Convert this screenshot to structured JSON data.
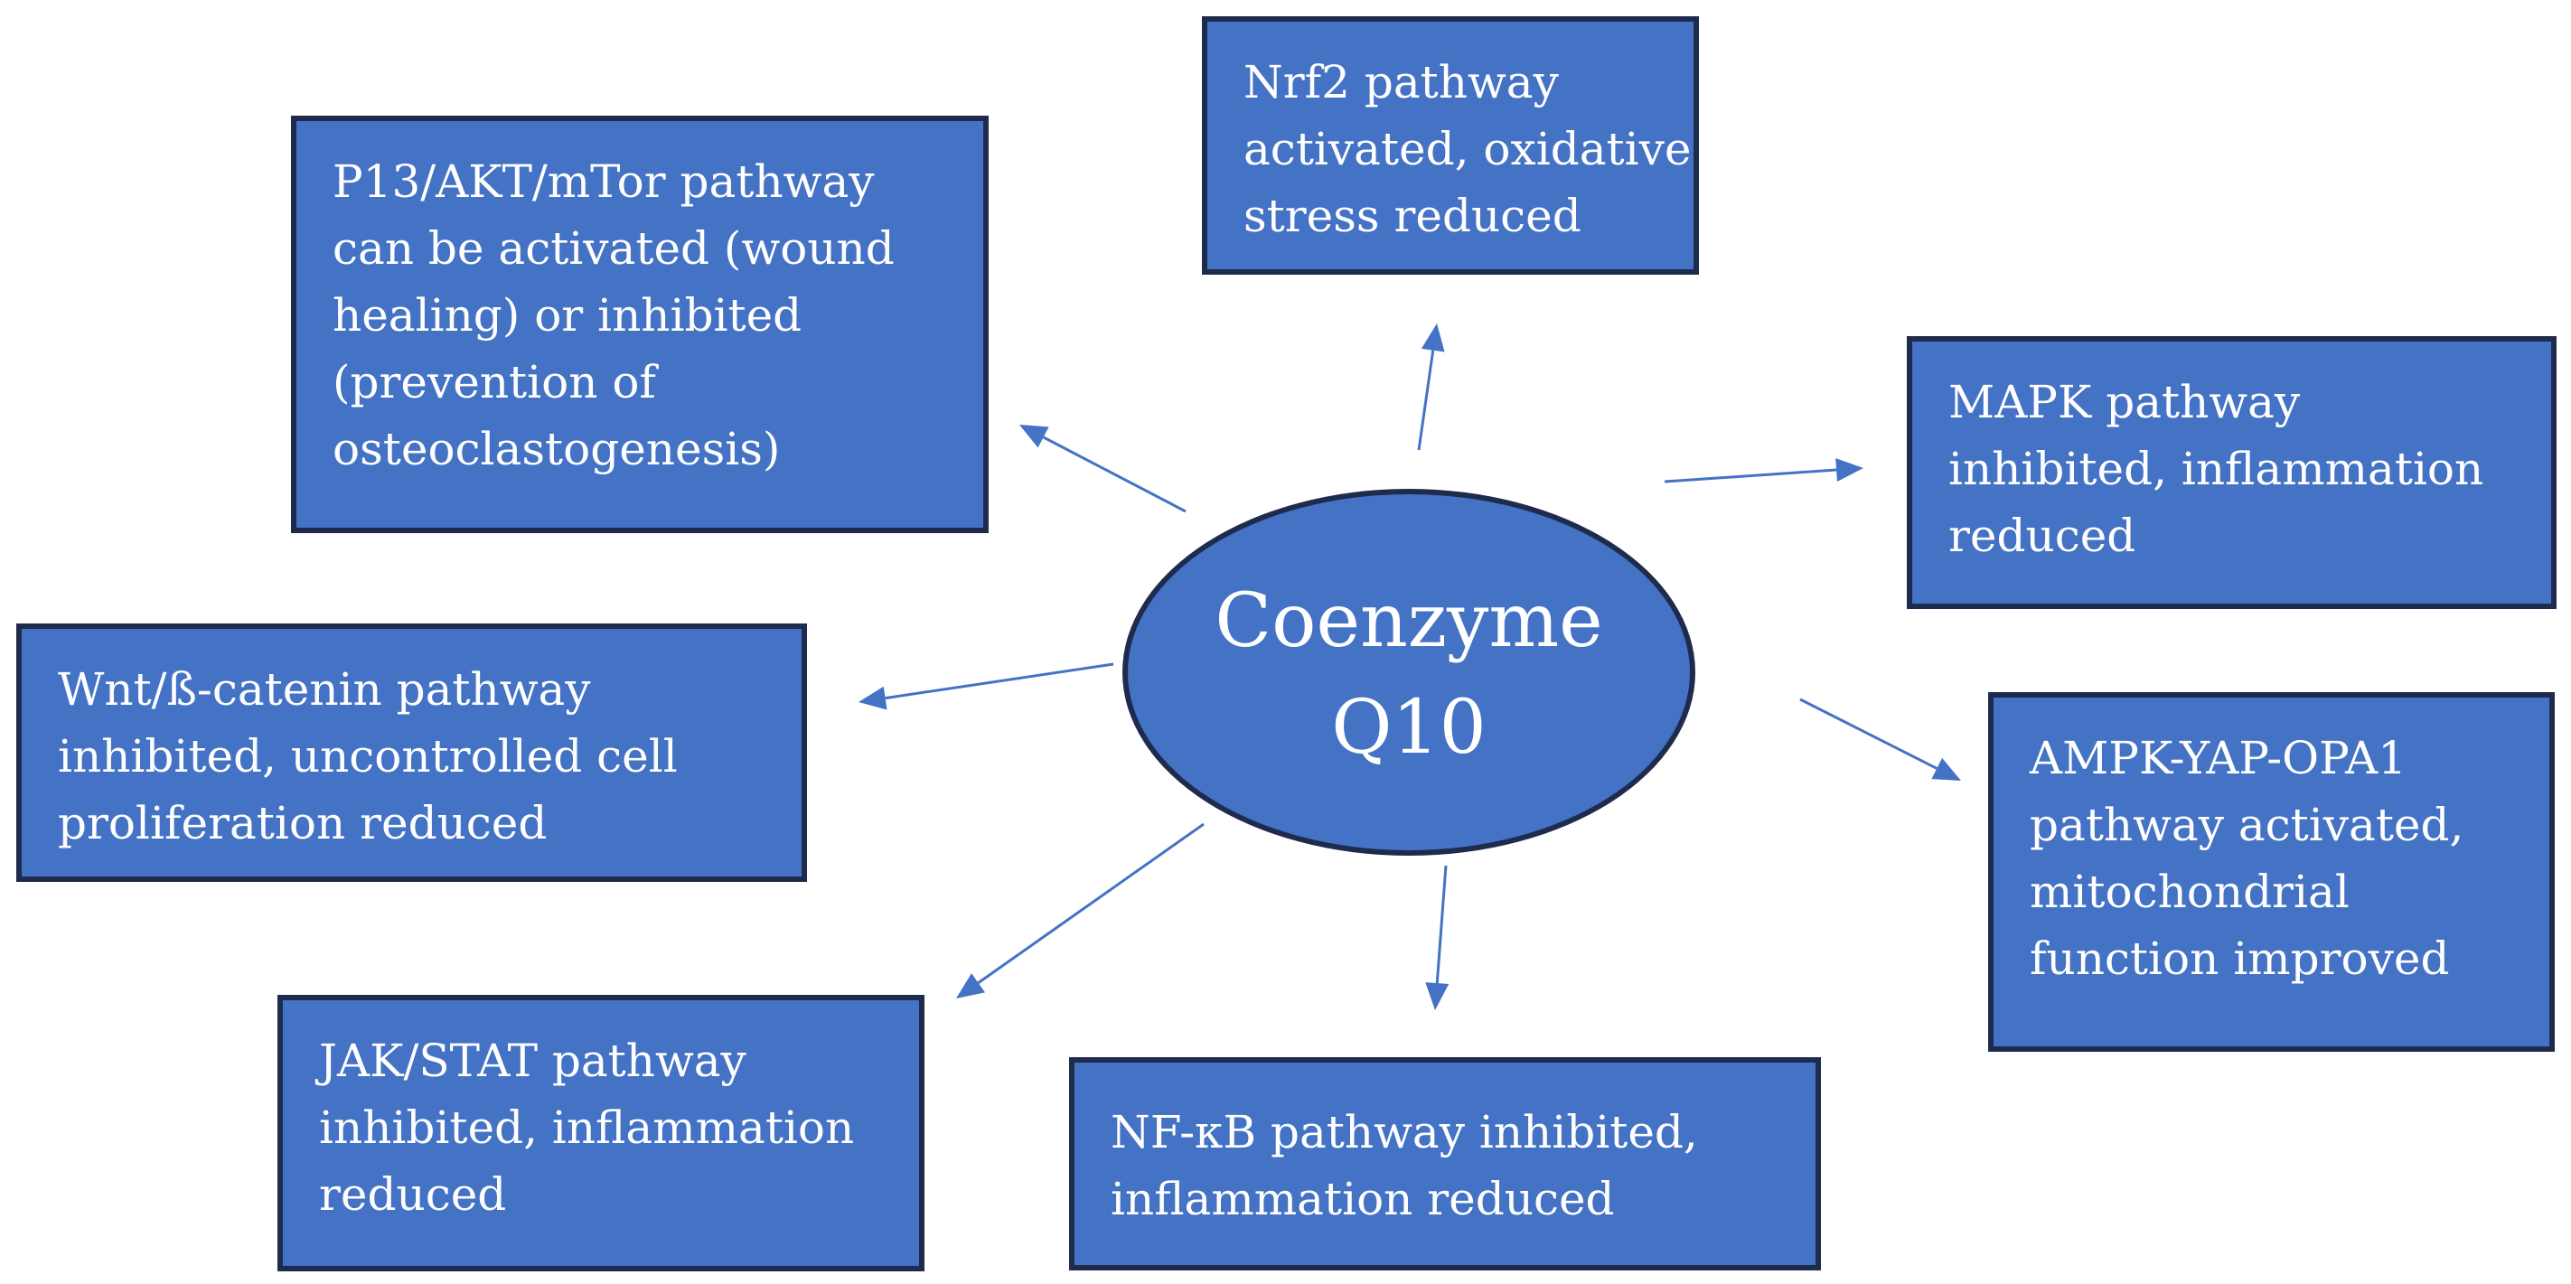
{
  "center": {
    "lines": [
      "Coenzyme",
      "Q10"
    ]
  },
  "pathways": {
    "nrf2": [
      "Nrf2 pathway",
      "activated, oxidative",
      "stress reduced"
    ],
    "pi3k": [
      "P13/AKT/mTor pathway",
      "can be activated (wound",
      "healing) or inhibited",
      "(prevention of",
      "osteoclastogenesis)"
    ],
    "mapk": [
      "MAPK pathway",
      "inhibited, inflammation",
      "reduced"
    ],
    "wnt": [
      "Wnt/ß-catenin pathway",
      "inhibited, uncontrolled cell",
      "proliferation reduced"
    ],
    "ampk": [
      "AMPK-YAP-OPA1",
      "pathway activated,",
      "mitochondrial",
      "function improved"
    ],
    "jak": [
      "JAK/STAT  pathway",
      "inhibited, inflammation",
      "reduced"
    ],
    "nfkb": [
      "NF-κB pathway inhibited,",
      "inflammation reduced"
    ]
  },
  "colors": {
    "box_fill": "#4472c4",
    "box_border": "#1f2b4d",
    "text": "#ffffff",
    "arrow": "#4472c4"
  }
}
